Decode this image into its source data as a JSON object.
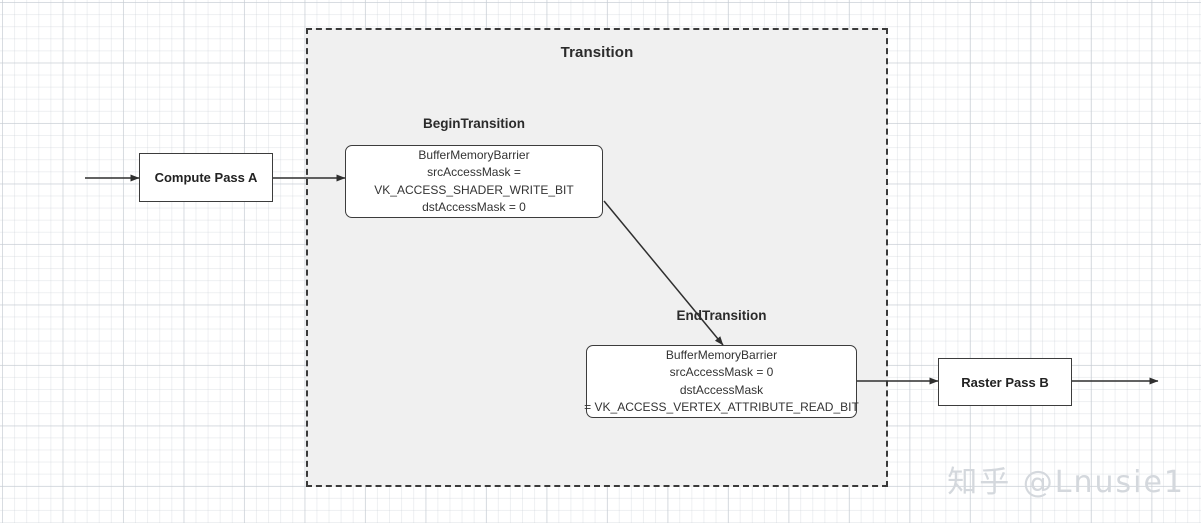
{
  "diagram": {
    "title": "Transition",
    "region": {
      "label": "Transition",
      "fill_color": "#f0f0f0",
      "border_color": "#3a3a3a",
      "border_style": "dashed"
    },
    "captions": {
      "begin": "BeginTransition",
      "end": "EndTransition"
    },
    "nodes": {
      "compute_pass_a": {
        "label": "Compute Pass A",
        "shape": "rectangle"
      },
      "raster_pass_b": {
        "label": "Raster Pass B",
        "shape": "rectangle"
      },
      "begin_barrier": {
        "shape": "rounded-rectangle",
        "line1": "BufferMemoryBarrier",
        "line2": "srcAccessMask =",
        "line3": "VK_ACCESS_SHADER_WRITE_BIT",
        "line4": "dstAccessMask = 0"
      },
      "end_barrier": {
        "shape": "rounded-rectangle",
        "line1": "BufferMemoryBarrier",
        "line2": "srcAccessMask = 0",
        "line3": "dstAccessMask",
        "line4": "= VK_ACCESS_VERTEX_ATTRIBUTE_READ_BIT"
      }
    },
    "edges": [
      {
        "name": "entry-to-compute-pass-a",
        "from": "entry",
        "to": "compute_pass_a",
        "style": "straight"
      },
      {
        "name": "compute-pass-a-to-begin-barrier",
        "from": "compute_pass_a",
        "to": "begin_barrier",
        "style": "straight"
      },
      {
        "name": "begin-barrier-to-end-barrier",
        "from": "begin_barrier",
        "to": "end_barrier",
        "style": "diagonal"
      },
      {
        "name": "end-barrier-to-raster-pass-b",
        "from": "end_barrier",
        "to": "raster_pass_b",
        "style": "straight"
      },
      {
        "name": "raster-pass-b-to-exit",
        "from": "raster_pass_b",
        "to": "exit",
        "style": "straight"
      }
    ],
    "colors": {
      "stroke": "#3c3c3c",
      "node_fill": "#ffffff",
      "text": "#333333",
      "grid": "#c6ccd3"
    }
  },
  "watermark": {
    "text": "知乎 @Lnusie1"
  }
}
